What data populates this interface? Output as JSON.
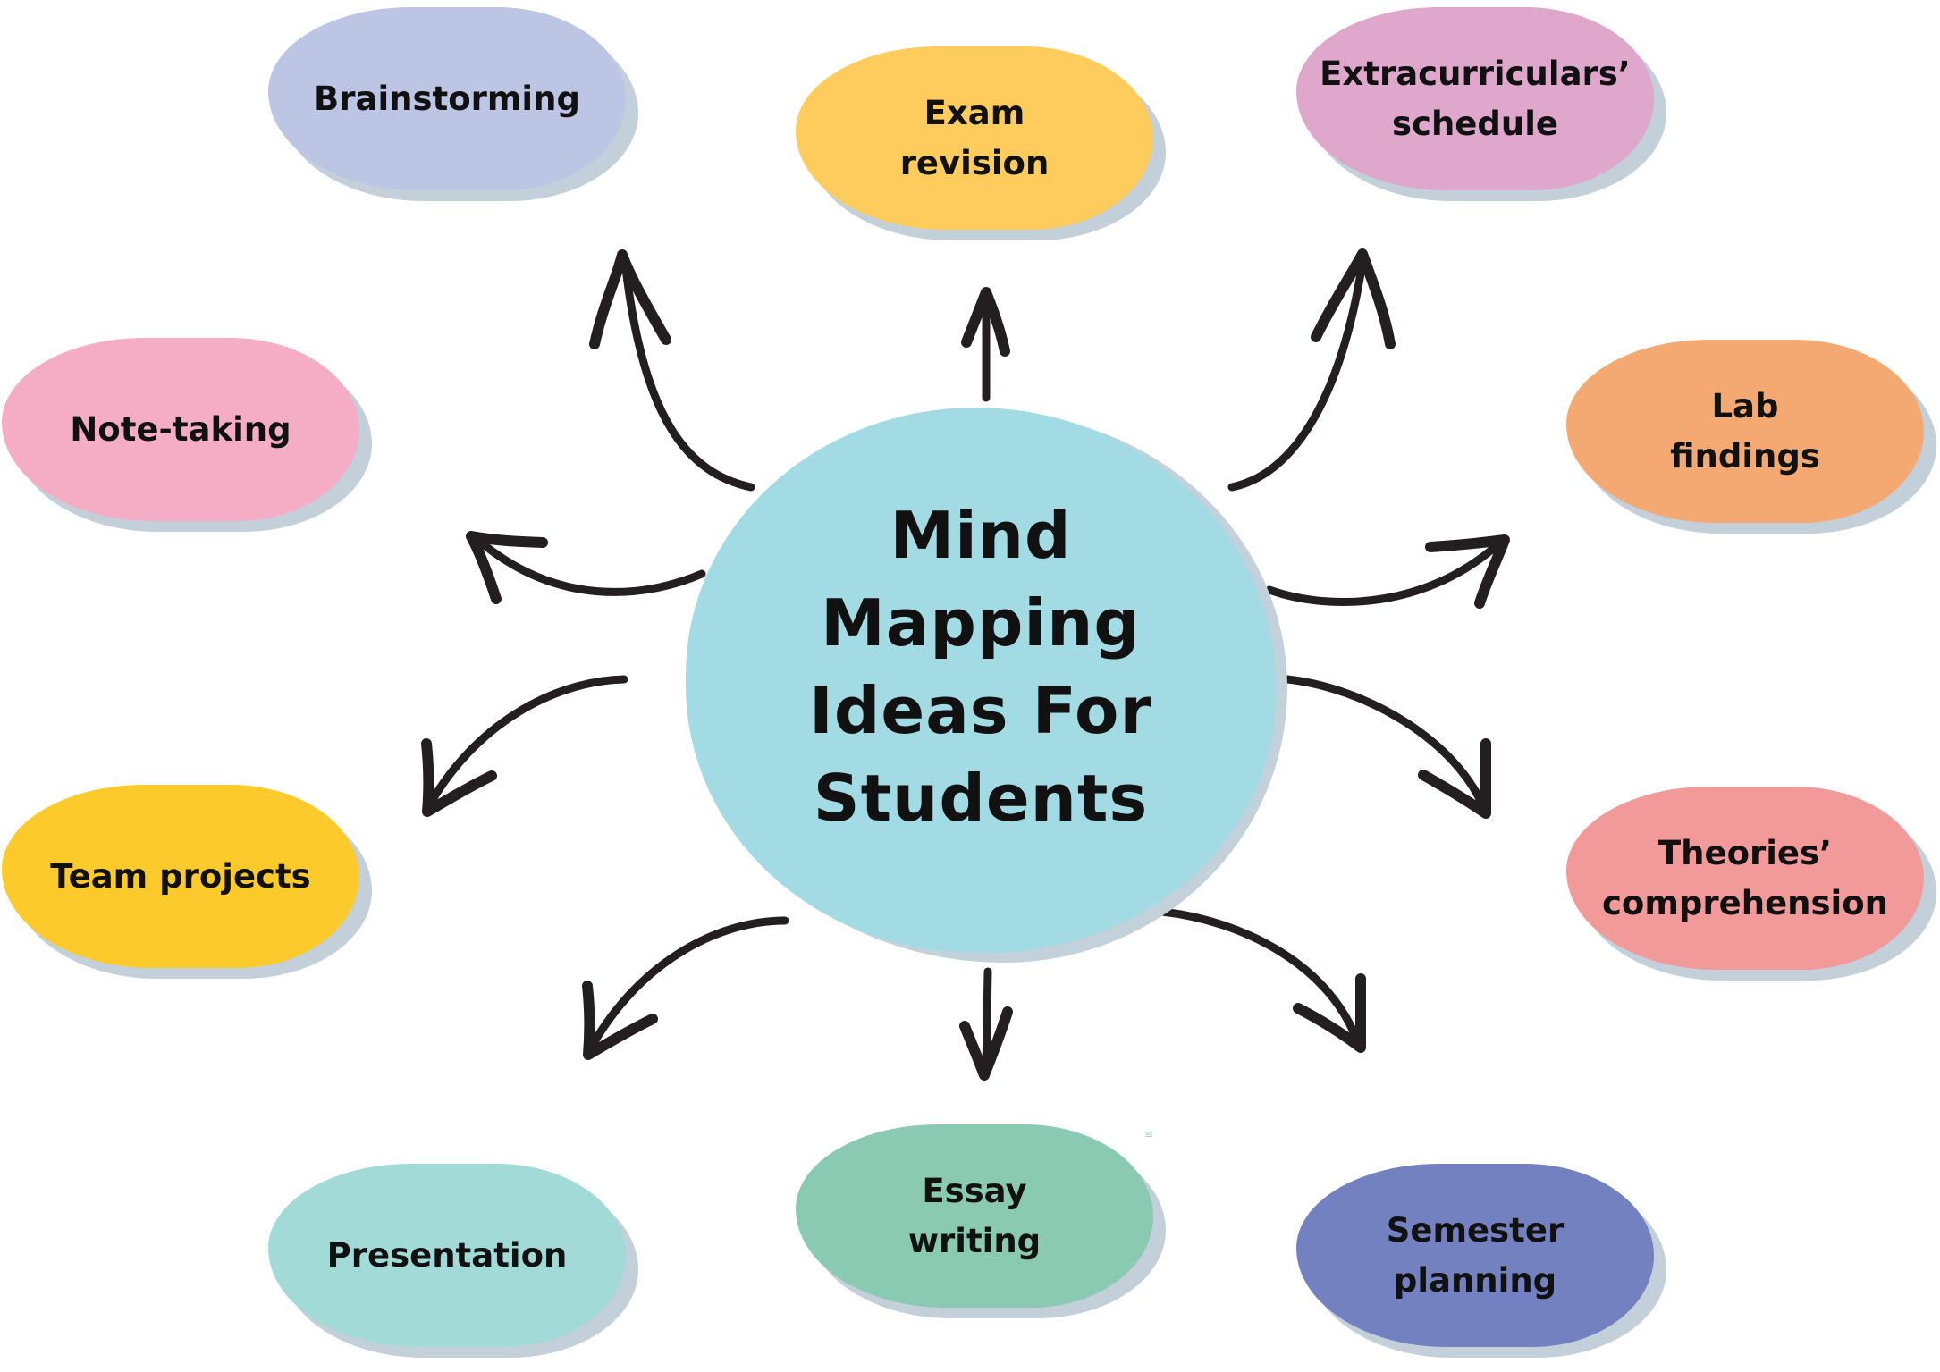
{
  "diagram": {
    "type": "mind-map",
    "center": {
      "title": "Mind Mapping\nIdeas For\nStudents",
      "color": "#a3dbe5",
      "shadow_color": "#c2d1da"
    },
    "nodes": [
      {
        "id": "brainstorming",
        "label": "Brainstorming",
        "color": "#bdc5e5",
        "position": "top-left"
      },
      {
        "id": "exam-revision",
        "label": "Exam\nrevision",
        "color": "#fecc5d",
        "position": "top-center"
      },
      {
        "id": "extracurriculars-schedule",
        "label": "Extracurriculars’\nschedule",
        "color": "#dfa7cb",
        "position": "top-right"
      },
      {
        "id": "note-taking",
        "label": "Note-taking",
        "color": "#f5adc5",
        "position": "upper-left"
      },
      {
        "id": "lab-findings",
        "label": "Lab\nfindings",
        "color": "#f4a872",
        "position": "upper-right"
      },
      {
        "id": "team-projects",
        "label": "Team projects",
        "color": "#fdca2b",
        "position": "lower-left"
      },
      {
        "id": "theories-comprehension",
        "label": "Theories’\ncomprehension",
        "color": "#f29999",
        "position": "lower-right"
      },
      {
        "id": "presentation",
        "label": "Presentation",
        "color": "#a2dad7",
        "position": "bottom-left"
      },
      {
        "id": "essay-writing",
        "label": "Essay\nwriting",
        "color": "#8acab2",
        "position": "bottom-center"
      },
      {
        "id": "semester-planning",
        "label": "Semester\nplanning",
        "color": "#7381c0",
        "position": "bottom-right"
      }
    ],
    "edges": [
      {
        "from": "center",
        "to": "brainstorming",
        "icon": "curved-arrow-icon"
      },
      {
        "from": "center",
        "to": "exam-revision",
        "icon": "straight-arrow-icon"
      },
      {
        "from": "center",
        "to": "extracurriculars-schedule",
        "icon": "curved-arrow-icon"
      },
      {
        "from": "center",
        "to": "note-taking",
        "icon": "curved-arrow-icon"
      },
      {
        "from": "center",
        "to": "lab-findings",
        "icon": "curved-arrow-icon"
      },
      {
        "from": "center",
        "to": "team-projects",
        "icon": "curved-arrow-icon"
      },
      {
        "from": "center",
        "to": "theories-comprehension",
        "icon": "curved-arrow-icon"
      },
      {
        "from": "center",
        "to": "presentation",
        "icon": "curved-arrow-icon"
      },
      {
        "from": "center",
        "to": "essay-writing",
        "icon": "straight-arrow-icon"
      },
      {
        "from": "center",
        "to": "semester-planning",
        "icon": "curved-arrow-icon"
      }
    ],
    "arrow_color": "#231f20",
    "node_shadow_color": "#c3d0d9"
  }
}
